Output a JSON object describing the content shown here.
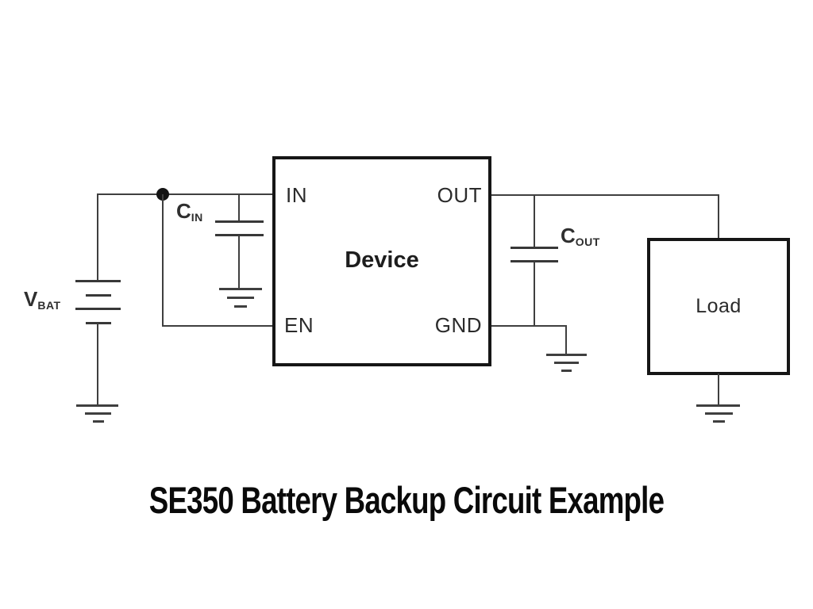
{
  "diagram": {
    "title": "SE350 Battery Backup Circuit Example",
    "device": {
      "name": "Device",
      "pins": {
        "in": "IN",
        "out": "OUT",
        "en": "EN",
        "gnd": "GND"
      }
    },
    "load": {
      "name": "Load"
    },
    "battery": {
      "label_main": "V",
      "label_sub": "BAT"
    },
    "cin": {
      "label_main": "C",
      "label_sub": "IN"
    },
    "cout": {
      "label_main": "C",
      "label_sub": "OUT"
    },
    "colors": {
      "wire": "#3f3f3f",
      "box_border": "#161616",
      "title": "#0a0a0a"
    }
  }
}
